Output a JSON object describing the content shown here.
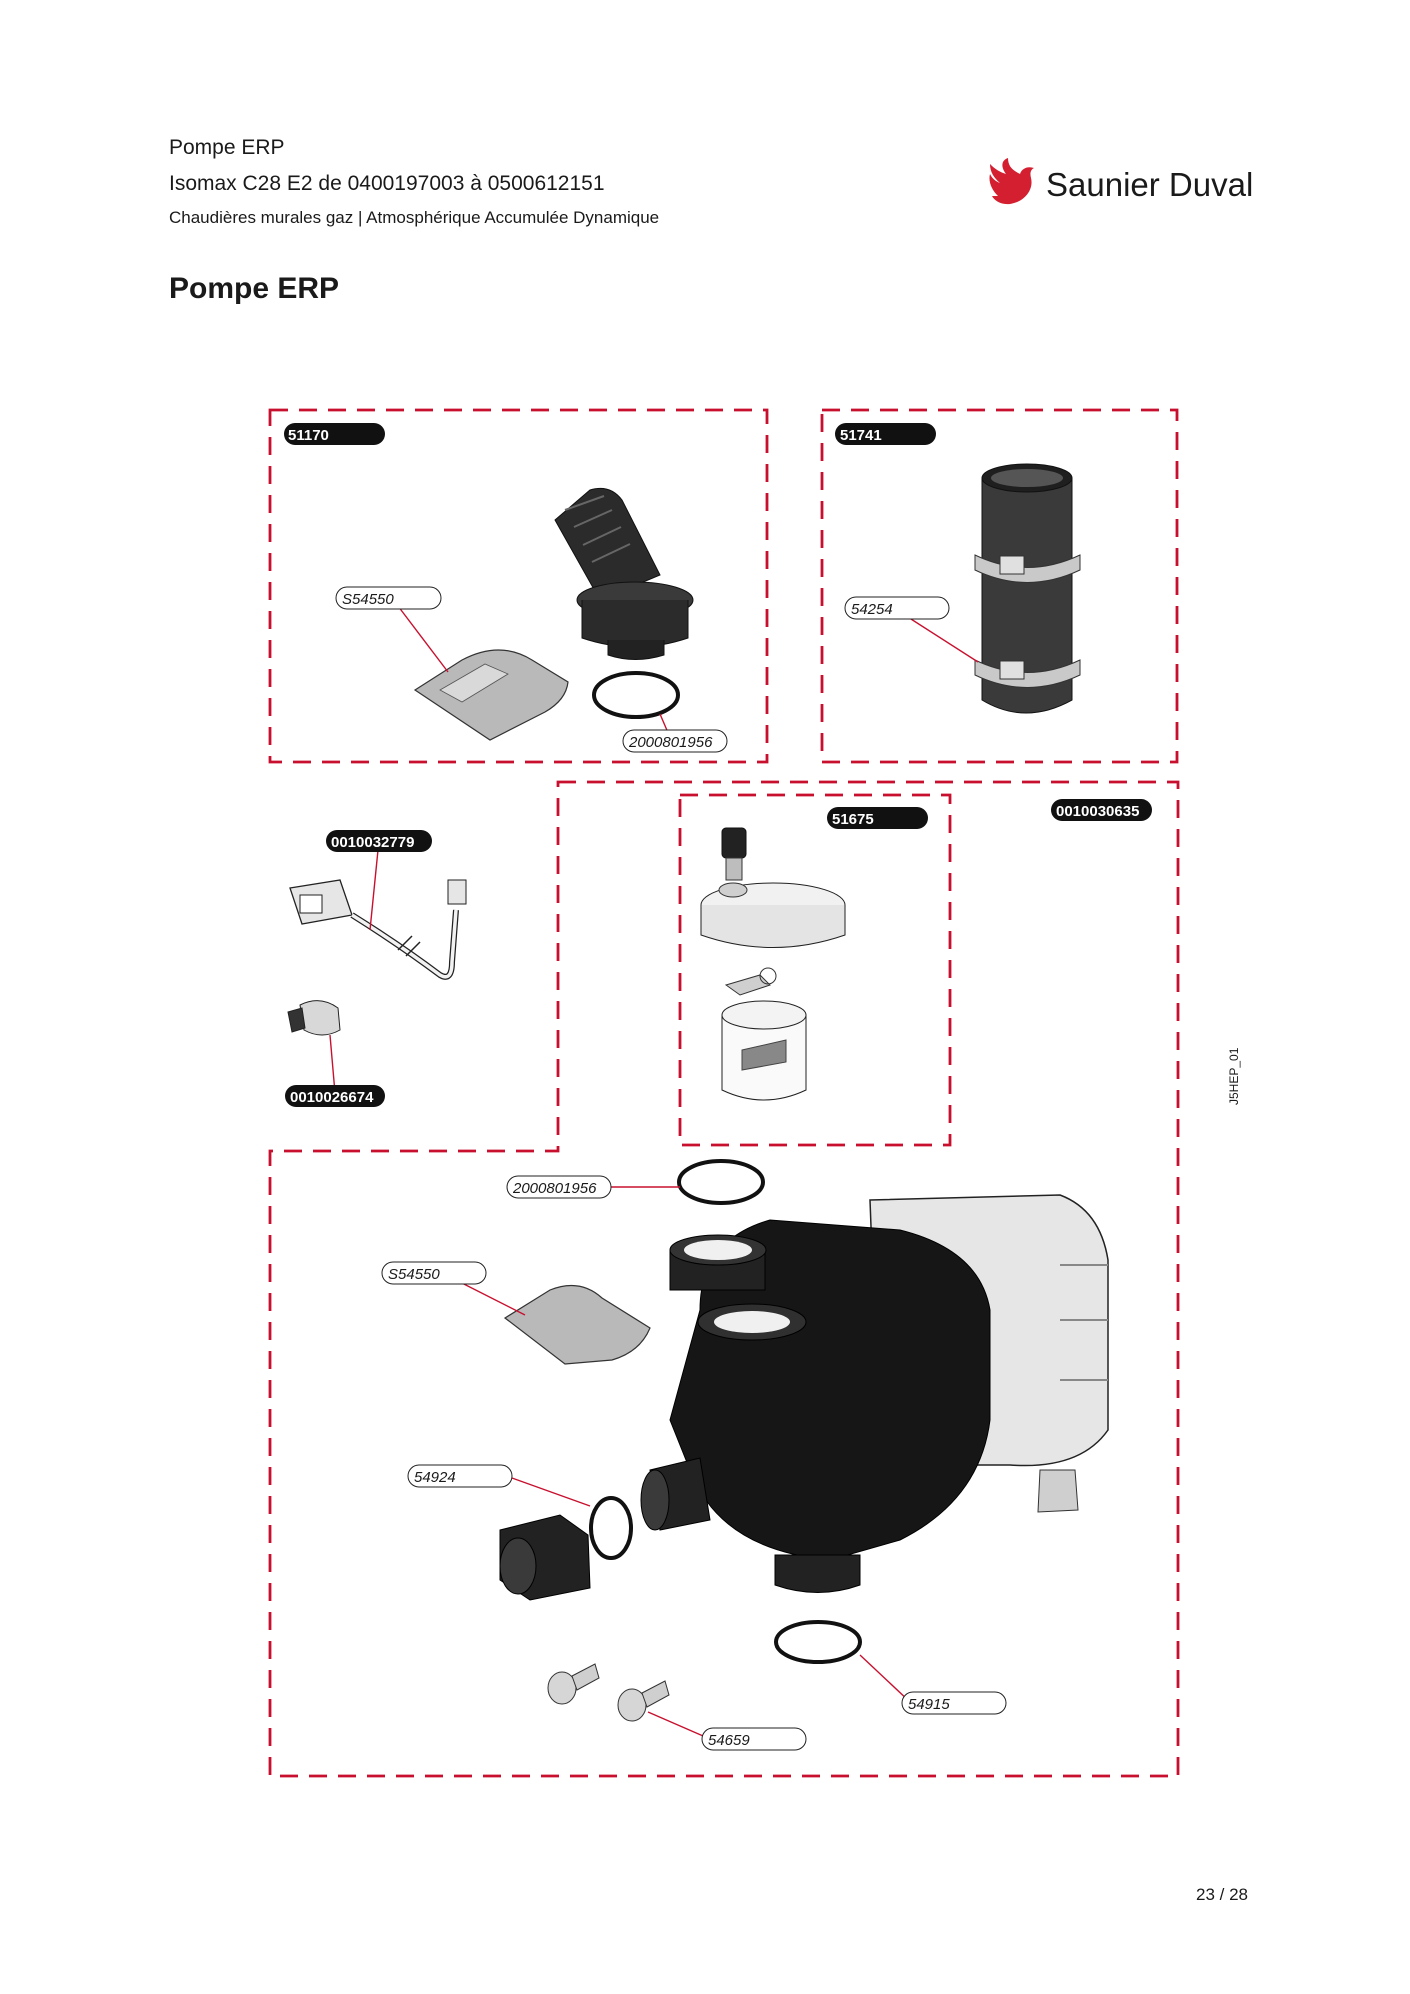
{
  "header": {
    "line1": "Pompe ERP",
    "line2": "Isomax C28 E2 de 0400197003 à 0500612151",
    "line3": "Chaudières murales gaz | Atmosphérique Accumulée Dynamique"
  },
  "title": "Pompe ERP",
  "logo": {
    "brand": "Saunier Duval",
    "mark_color": "#d31f2f",
    "icon": "bird-logo-icon"
  },
  "diagram": {
    "kit_labels": {
      "k51170": "51170",
      "k51741": "51741",
      "k51675": "51675",
      "k0010030635": "0010030635",
      "k0010032779": "0010032779",
      "k0010026674": "0010026674"
    },
    "part_labels": {
      "p_s54550_top": "S54550",
      "p_2000801956_top": "2000801956",
      "p_54254": "54254",
      "p_2000801956_mid": "2000801956",
      "p_s54550_mid": "S54550",
      "p_54924": "54924",
      "p_54915": "54915",
      "p_54659": "54659"
    },
    "side_code": "J5HEP_01",
    "border_color": "#c8102e"
  },
  "footer": {
    "page": "23 / 28"
  }
}
